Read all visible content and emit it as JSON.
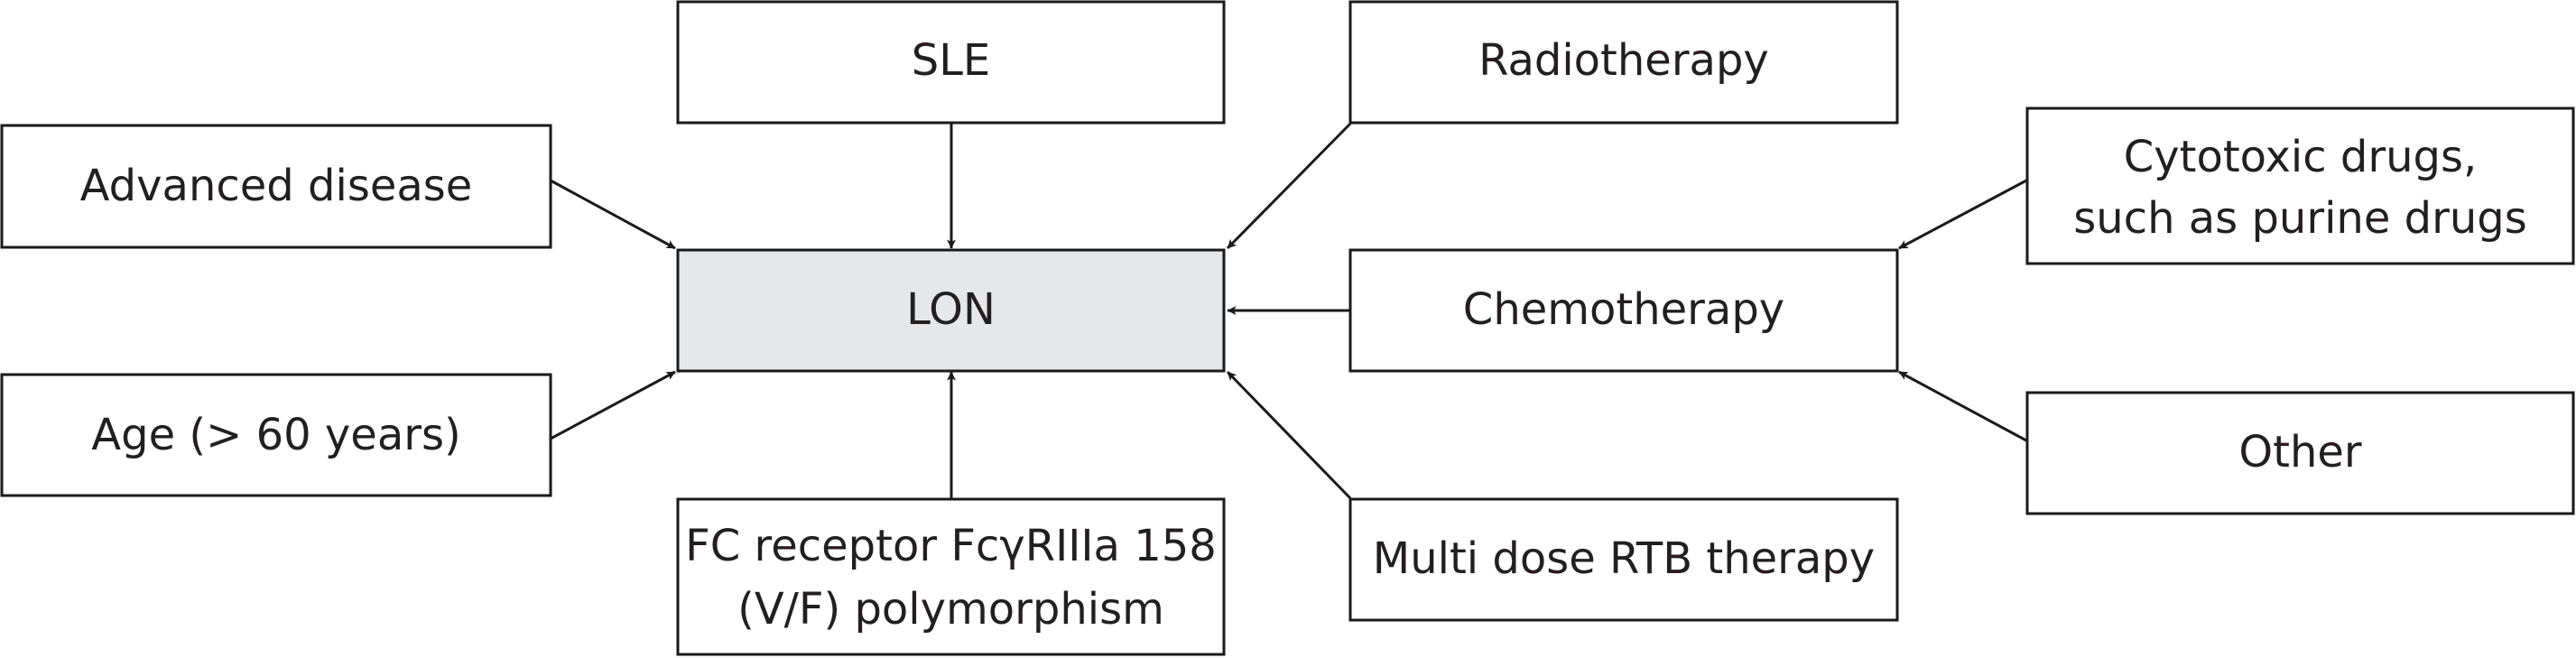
{
  "diagram": {
    "center": {
      "label": "LON"
    },
    "factors": [
      {
        "id": "sle",
        "lines": [
          "SLE"
        ]
      },
      {
        "id": "radiotherapy",
        "lines": [
          "Radiotherapy"
        ]
      },
      {
        "id": "advanced-disease",
        "lines": [
          "Advanced disease"
        ]
      },
      {
        "id": "age",
        "lines": [
          "Age (> 60 years)"
        ]
      },
      {
        "id": "fc-receptor",
        "lines": [
          "FC receptor FcγRIIIa 158",
          "(V/F) polymorphism"
        ]
      },
      {
        "id": "multi-dose-rtb",
        "lines": [
          "Multi dose RTB therapy"
        ]
      },
      {
        "id": "chemotherapy",
        "lines": [
          "Chemotherapy"
        ]
      },
      {
        "id": "cytotoxic-drugs",
        "lines": [
          "Cytotoxic drugs,",
          "such as purine drugs"
        ]
      },
      {
        "id": "other",
        "lines": [
          "Other"
        ]
      }
    ],
    "arrows": [
      {
        "from": "sle",
        "to": "LON"
      },
      {
        "from": "radiotherapy",
        "to": "LON"
      },
      {
        "from": "advanced-disease",
        "to": "LON"
      },
      {
        "from": "age",
        "to": "LON"
      },
      {
        "from": "fc-receptor",
        "to": "LON"
      },
      {
        "from": "multi-dose-rtb",
        "to": "LON"
      },
      {
        "from": "chemotherapy",
        "to": "LON"
      },
      {
        "from": "cytotoxic-drugs",
        "to": "Chemotherapy"
      },
      {
        "from": "other",
        "to": "Chemotherapy"
      }
    ]
  }
}
